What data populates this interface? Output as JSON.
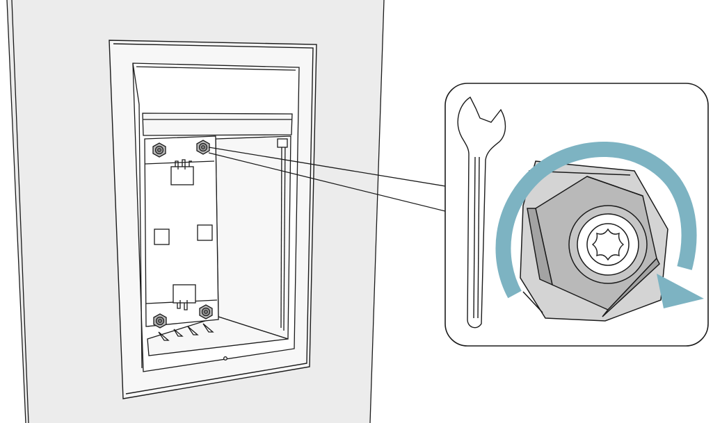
{
  "illustration": {
    "colors": {
      "line": "#1a1a1a",
      "wall": "#ececec",
      "panel_light": "#f7f7f7",
      "panel_inner": "#ffffff",
      "nut_face": "#b9b9b9",
      "nut_side": "#9a9a9a",
      "nut_dark": "#7f7f7f",
      "arrow": "#7db3c2",
      "callout_bg": "#ffffff"
    },
    "icons": {
      "tool": "open-end-wrench-icon",
      "rotation": "clockwise-arrow-icon",
      "fastener": "torx-screw-icon",
      "nut": "hex-nut-icon"
    },
    "callout": {
      "shows": "hex-nut-detail",
      "rotation_direction": "clockwise"
    },
    "nuts_in_recess": 4,
    "latches_in_recess": 2,
    "square_holes": 2
  }
}
